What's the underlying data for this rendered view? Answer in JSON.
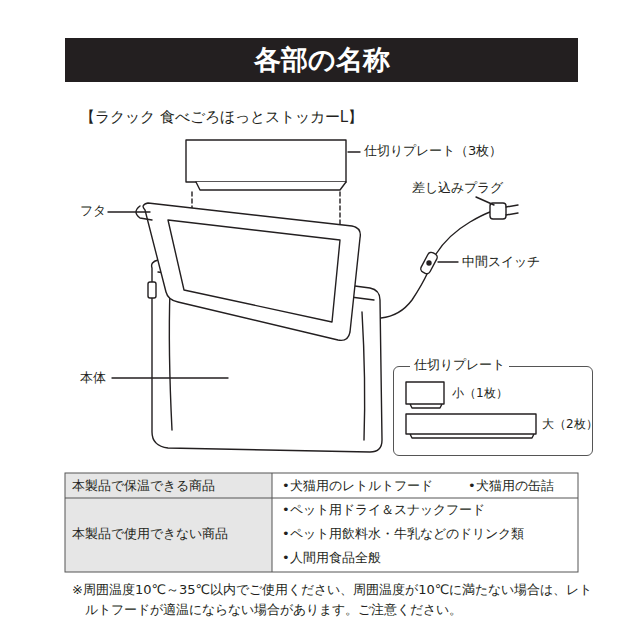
{
  "diagram": {
    "title": "各部の名称",
    "nodes": [
      {
        "text": [
          "仕切りプレート"
        ]
      }
    ],
    "labels": [
      "【ラクック 食べごろほっとストッカーL】",
      "仕切りプレート（3枚）",
      "フタ",
      "差し込みプラグ",
      "中間スイッチ",
      "本体",
      "小（1枚）",
      "大（2枚）",
      "本製品で保温できる商品",
      "•犬猫用のレトルトフード",
      "•犬猫用の缶詰",
      "本製品で使用できない商品",
      "•ペット用ドライ＆スナックフード",
      "•ペット用飲料水・牛乳などのドリンク類",
      "•人間用食品全般",
      "※周囲温度10℃～35℃以内でご使用ください、周囲温度が10℃に満たない場合は、レトルトフードが適温にならない場合があります。ご注意ください。"
    ]
  }
}
